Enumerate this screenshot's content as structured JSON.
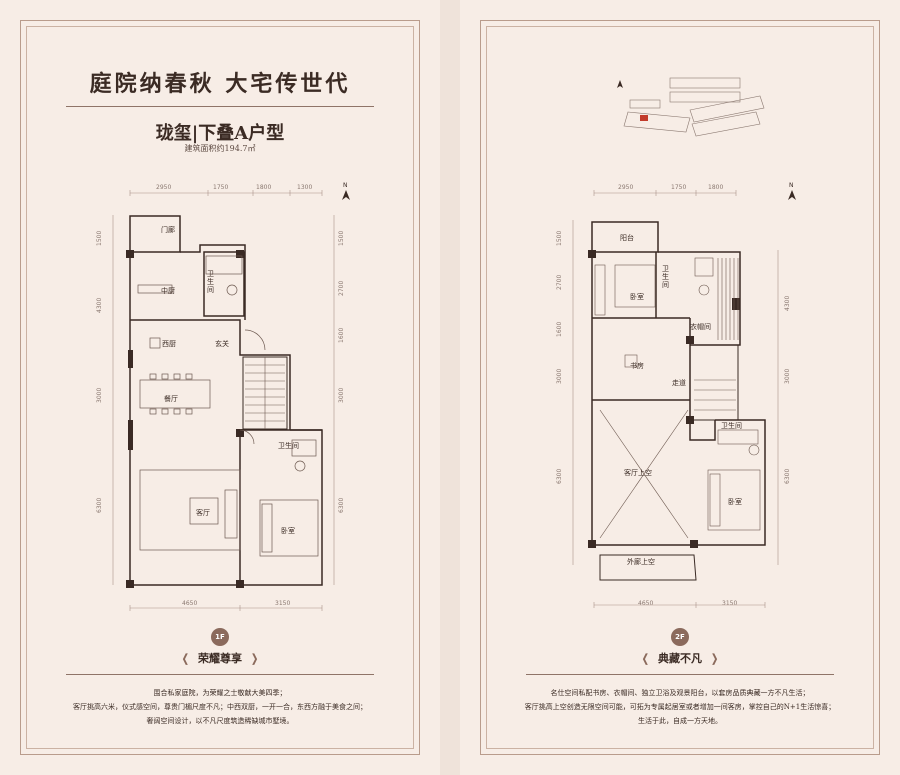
{
  "left": {
    "headline": "庭院纳春秋  大宅传世代",
    "subtitle": "珑玺|下叠A户型",
    "area": "建筑面积约194.7㎡",
    "north": "N",
    "dims_top": [
      "2950",
      "1750",
      "1800",
      "1300"
    ],
    "dims_bottom": [
      "4650",
      "3150"
    ],
    "dims_left": [
      "1500",
      "4300",
      "3000",
      "6300"
    ],
    "dims_right": [
      "1500",
      "2700",
      "1600",
      "3000",
      "6300"
    ],
    "rooms": {
      "entry_porch": "门廊",
      "bathroom_top": "卫生间",
      "chinese_kitchen": "中厨",
      "western_kitchen": "西厨",
      "foyer": "玄关",
      "dining": "餐厅",
      "living": "客厅",
      "bathroom_bottom": "卫生间",
      "bedroom": "卧室"
    },
    "floor": "1F",
    "tagline": "荣耀尊享",
    "description": [
      "围合私家庭院，为荣耀之士敬献大美四季；",
      "客厅挑高六米，仪式感空间，尊贵门楣尺度不凡；中西双厨，一开一合，东西方融于美食之间；",
      "奢阔空间设计，以不凡尺度筑造稀缺城市墅境。"
    ]
  },
  "right": {
    "north": "N",
    "dims_top": [
      "2950",
      "1750",
      "1800"
    ],
    "dims_bottom": [
      "4650",
      "3150"
    ],
    "dims_left": [
      "1500",
      "2700",
      "1600",
      "3000",
      "6300"
    ],
    "dims_right": [
      "4300",
      "3000",
      "6300"
    ],
    "rooms": {
      "balcony": "阳台",
      "bedroom_top": "卧室",
      "bathroom_top": "卫生间",
      "closet": "衣帽间",
      "study": "书房",
      "corridor": "走道",
      "living_void": "客厅上空",
      "bathroom_bottom": "卫生间",
      "bedroom_bottom": "卧室",
      "exterior_void": "外廊上空"
    },
    "floor": "2F",
    "tagline": "典藏不凡",
    "description": [
      "名仕空间私配书房、衣帽间、独立卫浴及观景阳台，以套房品质典藏一方不凡生活；",
      "客厅挑高上空创造无限空间可能，可拓为专属起居室或者增加一间客房，掌控自己的N+1生活惊喜；",
      "生活于此，自成一方天地。"
    ]
  },
  "colors": {
    "background": "#f7ede6",
    "frame": "#b99c8c",
    "wall": "#3a2a24",
    "accent": "#8b6a5c"
  }
}
